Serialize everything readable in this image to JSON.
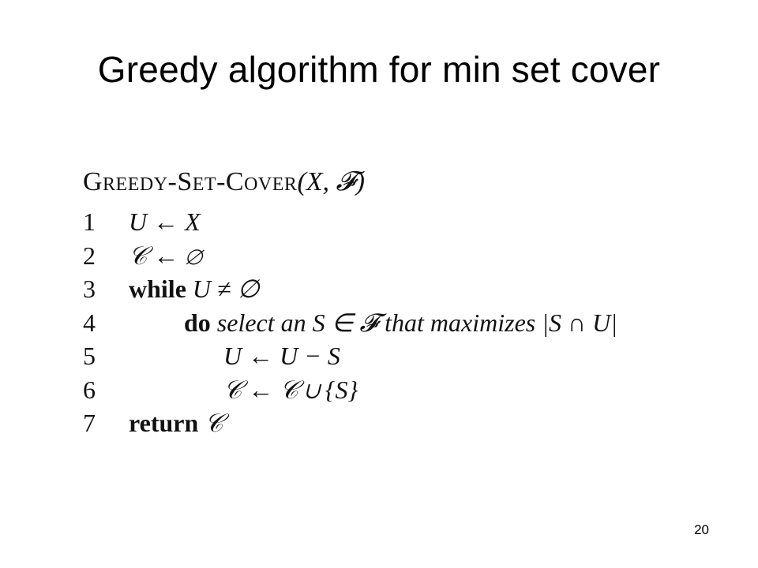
{
  "slide": {
    "title": "Greedy algorithm for min set cover",
    "page_number": "20"
  },
  "algorithm": {
    "name": "Greedy-Set-Cover",
    "args": "(X, 𝓕)",
    "lines": [
      {
        "num": "1",
        "indent": 0,
        "kw": "",
        "code": "U ← X"
      },
      {
        "num": "2",
        "indent": 0,
        "kw": "",
        "code": "𝒞 ← ∅"
      },
      {
        "num": "3",
        "indent": 0,
        "kw": "while ",
        "code": "U ≠ ∅"
      },
      {
        "num": "4",
        "indent": 1,
        "kw": "do ",
        "code": "select an S ∈ 𝓕 that maximizes |S ∩ U|"
      },
      {
        "num": "5",
        "indent": 2,
        "kw": "",
        "code": "U ← U − S"
      },
      {
        "num": "6",
        "indent": 2,
        "kw": "",
        "code": "𝒞 ← 𝒞 ∪ {S}"
      },
      {
        "num": "7",
        "indent": 0,
        "kw": "return ",
        "code": "𝒞"
      }
    ]
  }
}
